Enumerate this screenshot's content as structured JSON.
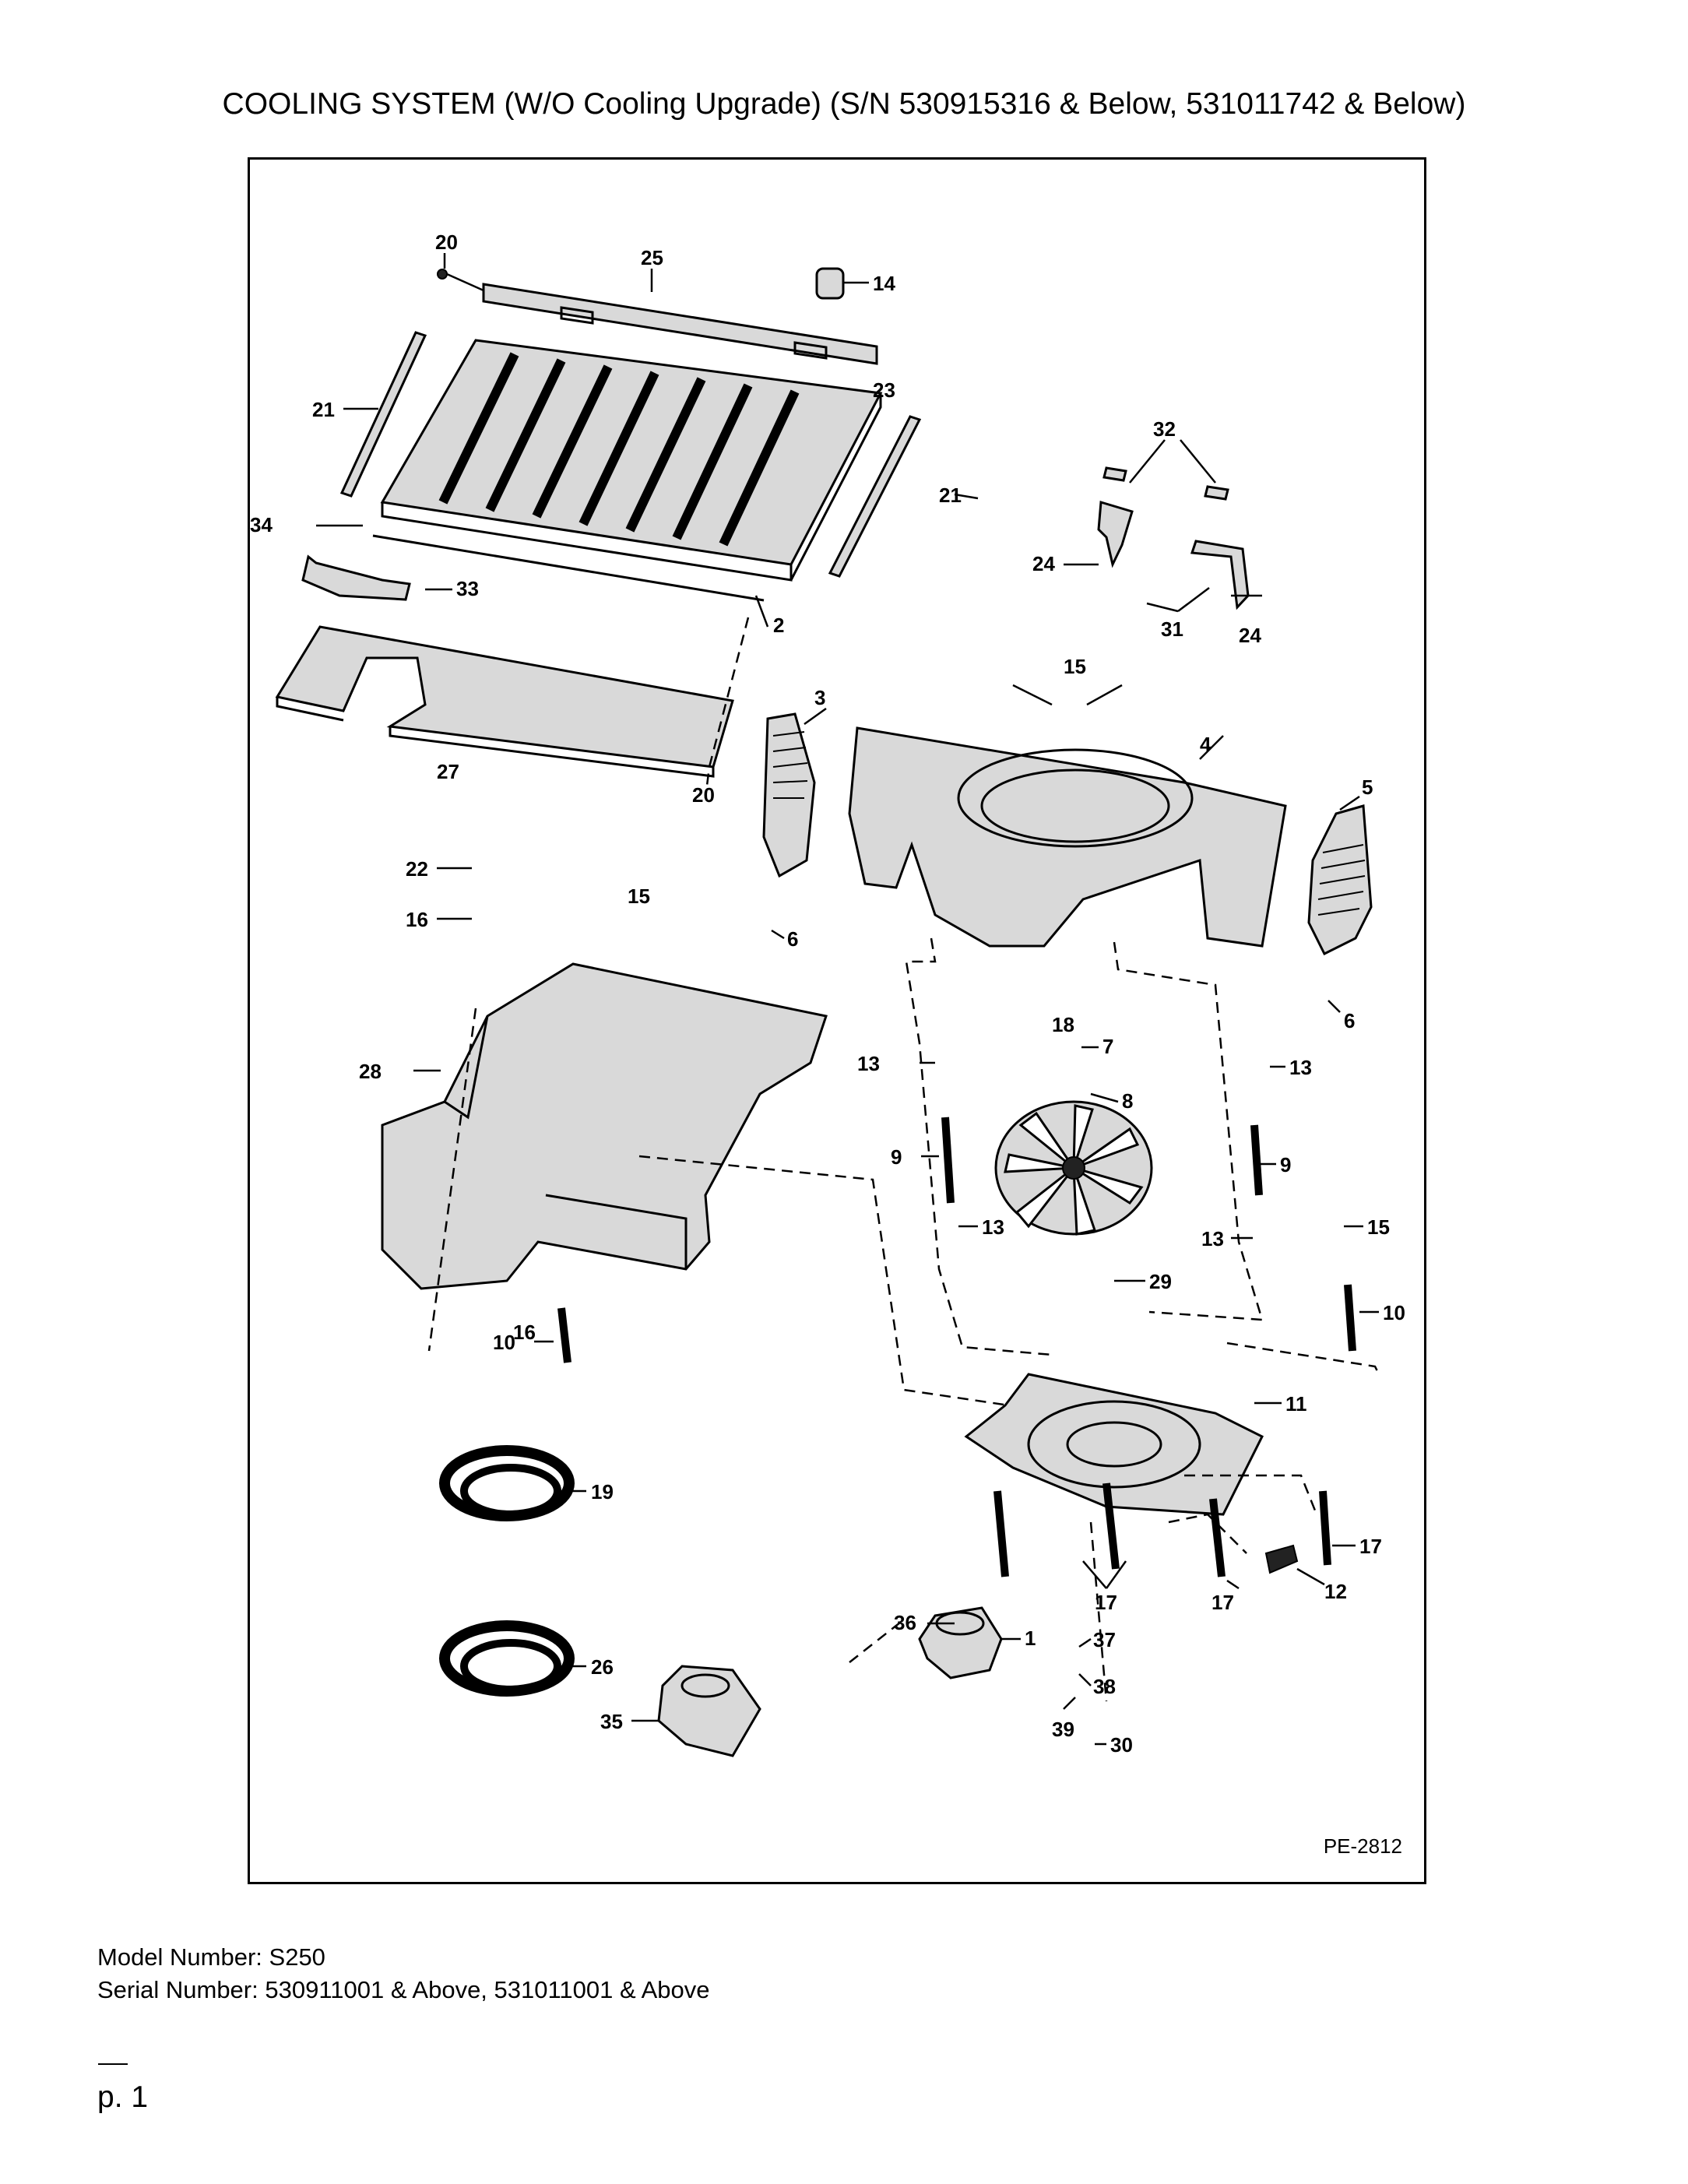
{
  "title": "COOLING SYSTEM (W/O Cooling Upgrade) (S/N 530915316 & Below, 531011742 & Below)",
  "drawing_number": "PE-2812",
  "model": "Model Number: S250",
  "serial": "Serial Number: 530911001 & Above, 531011001 & Above",
  "page": "p. 1",
  "callouts": {
    "c1": "1",
    "c2": "2",
    "c3": "3",
    "c4": "4",
    "c5": "5",
    "c6a": "6",
    "c6b": "6",
    "c7": "7",
    "c8": "8",
    "c9a": "9",
    "c9b": "9",
    "c10a": "10",
    "c10b": "10",
    "c11": "11",
    "c12": "12",
    "c13a": "13",
    "c13b": "13",
    "c13c": "13",
    "c13d": "13",
    "c14": "14",
    "c15a": "15",
    "c15b": "15",
    "c15c": "15",
    "c16a": "16",
    "c16b": "16",
    "c17a": "17",
    "c17b": "17",
    "c17c": "17",
    "c18": "18",
    "c19": "19",
    "c20a": "20",
    "c20b": "20",
    "c21a": "21",
    "c21b": "21",
    "c22": "22",
    "c23": "23",
    "c24a": "24",
    "c24b": "24",
    "c25": "25",
    "c26": "26",
    "c27": "27",
    "c28": "28",
    "c29": "29",
    "c30": "30",
    "c31": "31",
    "c32": "32",
    "c33": "33",
    "c34": "34",
    "c35": "35",
    "c36": "36",
    "c37": "37",
    "c38": "38",
    "c39": "39"
  }
}
